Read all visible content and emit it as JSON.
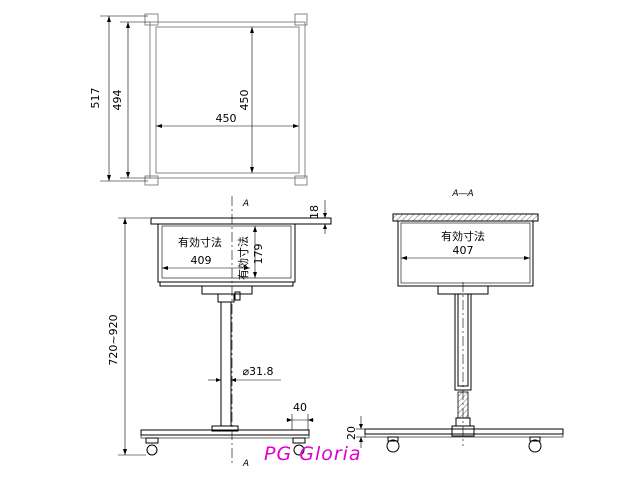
{
  "dimensions": {
    "top_total_depth": "517",
    "top_inner_depth": "494",
    "top_width": "450",
    "top_depth": "450",
    "tray_thickness": "18",
    "tray_inner_width_front": "409",
    "tray_inner_height": "179",
    "height_range": "720~920",
    "pole_diameter": "⌀31.8",
    "caster_offset": "40",
    "caster_height": "20",
    "tray_inner_width_section": "407"
  },
  "labels": {
    "effective_size_front": "有効寸法",
    "effective_size_vertical": "有効寸法",
    "effective_size_section": "有効寸法",
    "section_mark_top": "A",
    "section_mark_bottom": "A",
    "section_title": "A―A"
  },
  "brand": {
    "name": "PG Gloria",
    "color": "#e000d0"
  }
}
